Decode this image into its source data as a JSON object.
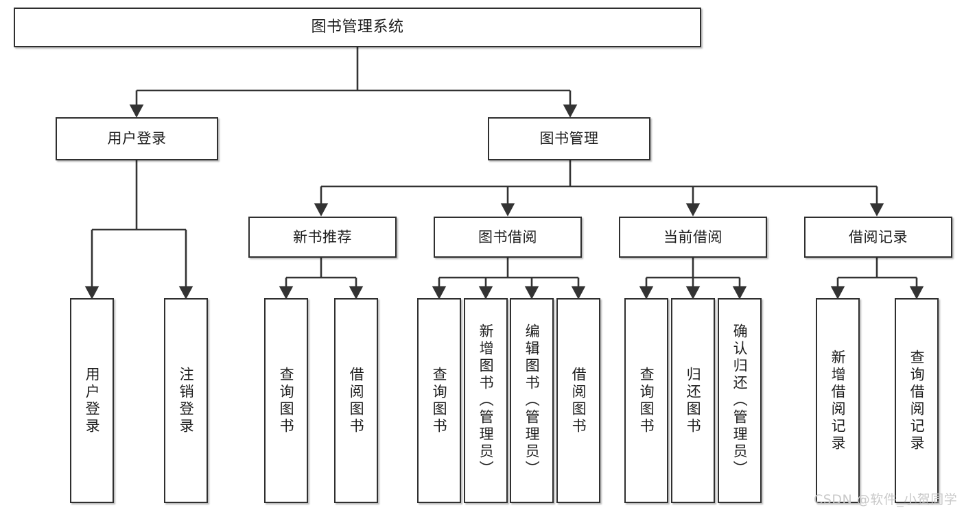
{
  "diagram": {
    "title": "图书管理系统",
    "type": "tree-hierarchy",
    "root": {
      "id": "root",
      "label": "图书管理系统"
    },
    "level2": [
      {
        "id": "user-login",
        "label": "用户登录"
      },
      {
        "id": "book-manage",
        "label": "图书管理"
      }
    ],
    "level3": [
      {
        "id": "new-book-rec",
        "label": "新书推荐",
        "parent": "book-manage"
      },
      {
        "id": "book-borrow",
        "label": "图书借阅",
        "parent": "book-manage"
      },
      {
        "id": "current-borrow",
        "label": "当前借阅",
        "parent": "book-manage"
      },
      {
        "id": "borrow-record",
        "label": "借阅记录",
        "parent": "book-manage"
      }
    ],
    "leaves": {
      "user-login": [
        {
          "id": "leaf-user-login",
          "label": "用户登录"
        },
        {
          "id": "leaf-user-logout",
          "label": "注销登录"
        }
      ],
      "new-book-rec": [
        {
          "id": "leaf-query-book-1",
          "label": "查询图书"
        },
        {
          "id": "leaf-borrow-book-1",
          "label": "借阅图书"
        }
      ],
      "book-borrow": [
        {
          "id": "leaf-query-book-2",
          "label": "查询图书"
        },
        {
          "id": "leaf-add-book",
          "label": "新增图书（管理员）"
        },
        {
          "id": "leaf-edit-book",
          "label": "编辑图书（管理员）"
        },
        {
          "id": "leaf-borrow-book-2",
          "label": "借阅图书"
        }
      ],
      "current-borrow": [
        {
          "id": "leaf-query-book-3",
          "label": "查询图书"
        },
        {
          "id": "leaf-return-book",
          "label": "归还图书"
        },
        {
          "id": "leaf-confirm-return",
          "label": "确认归还（管理员）"
        }
      ],
      "borrow-record": [
        {
          "id": "leaf-add-record",
          "label": "新增借阅记录"
        },
        {
          "id": "leaf-query-record",
          "label": "查询借阅记录"
        }
      ]
    }
  },
  "watermark": {
    "text": "CSDN @软件_小贺同学"
  },
  "colors": {
    "node_border": "#2f2f2f",
    "node_fill": "#ffffff",
    "edge": "#333333",
    "text": "#1d1d1d",
    "watermark": "#c9c9c9",
    "background": "#ffffff"
  }
}
